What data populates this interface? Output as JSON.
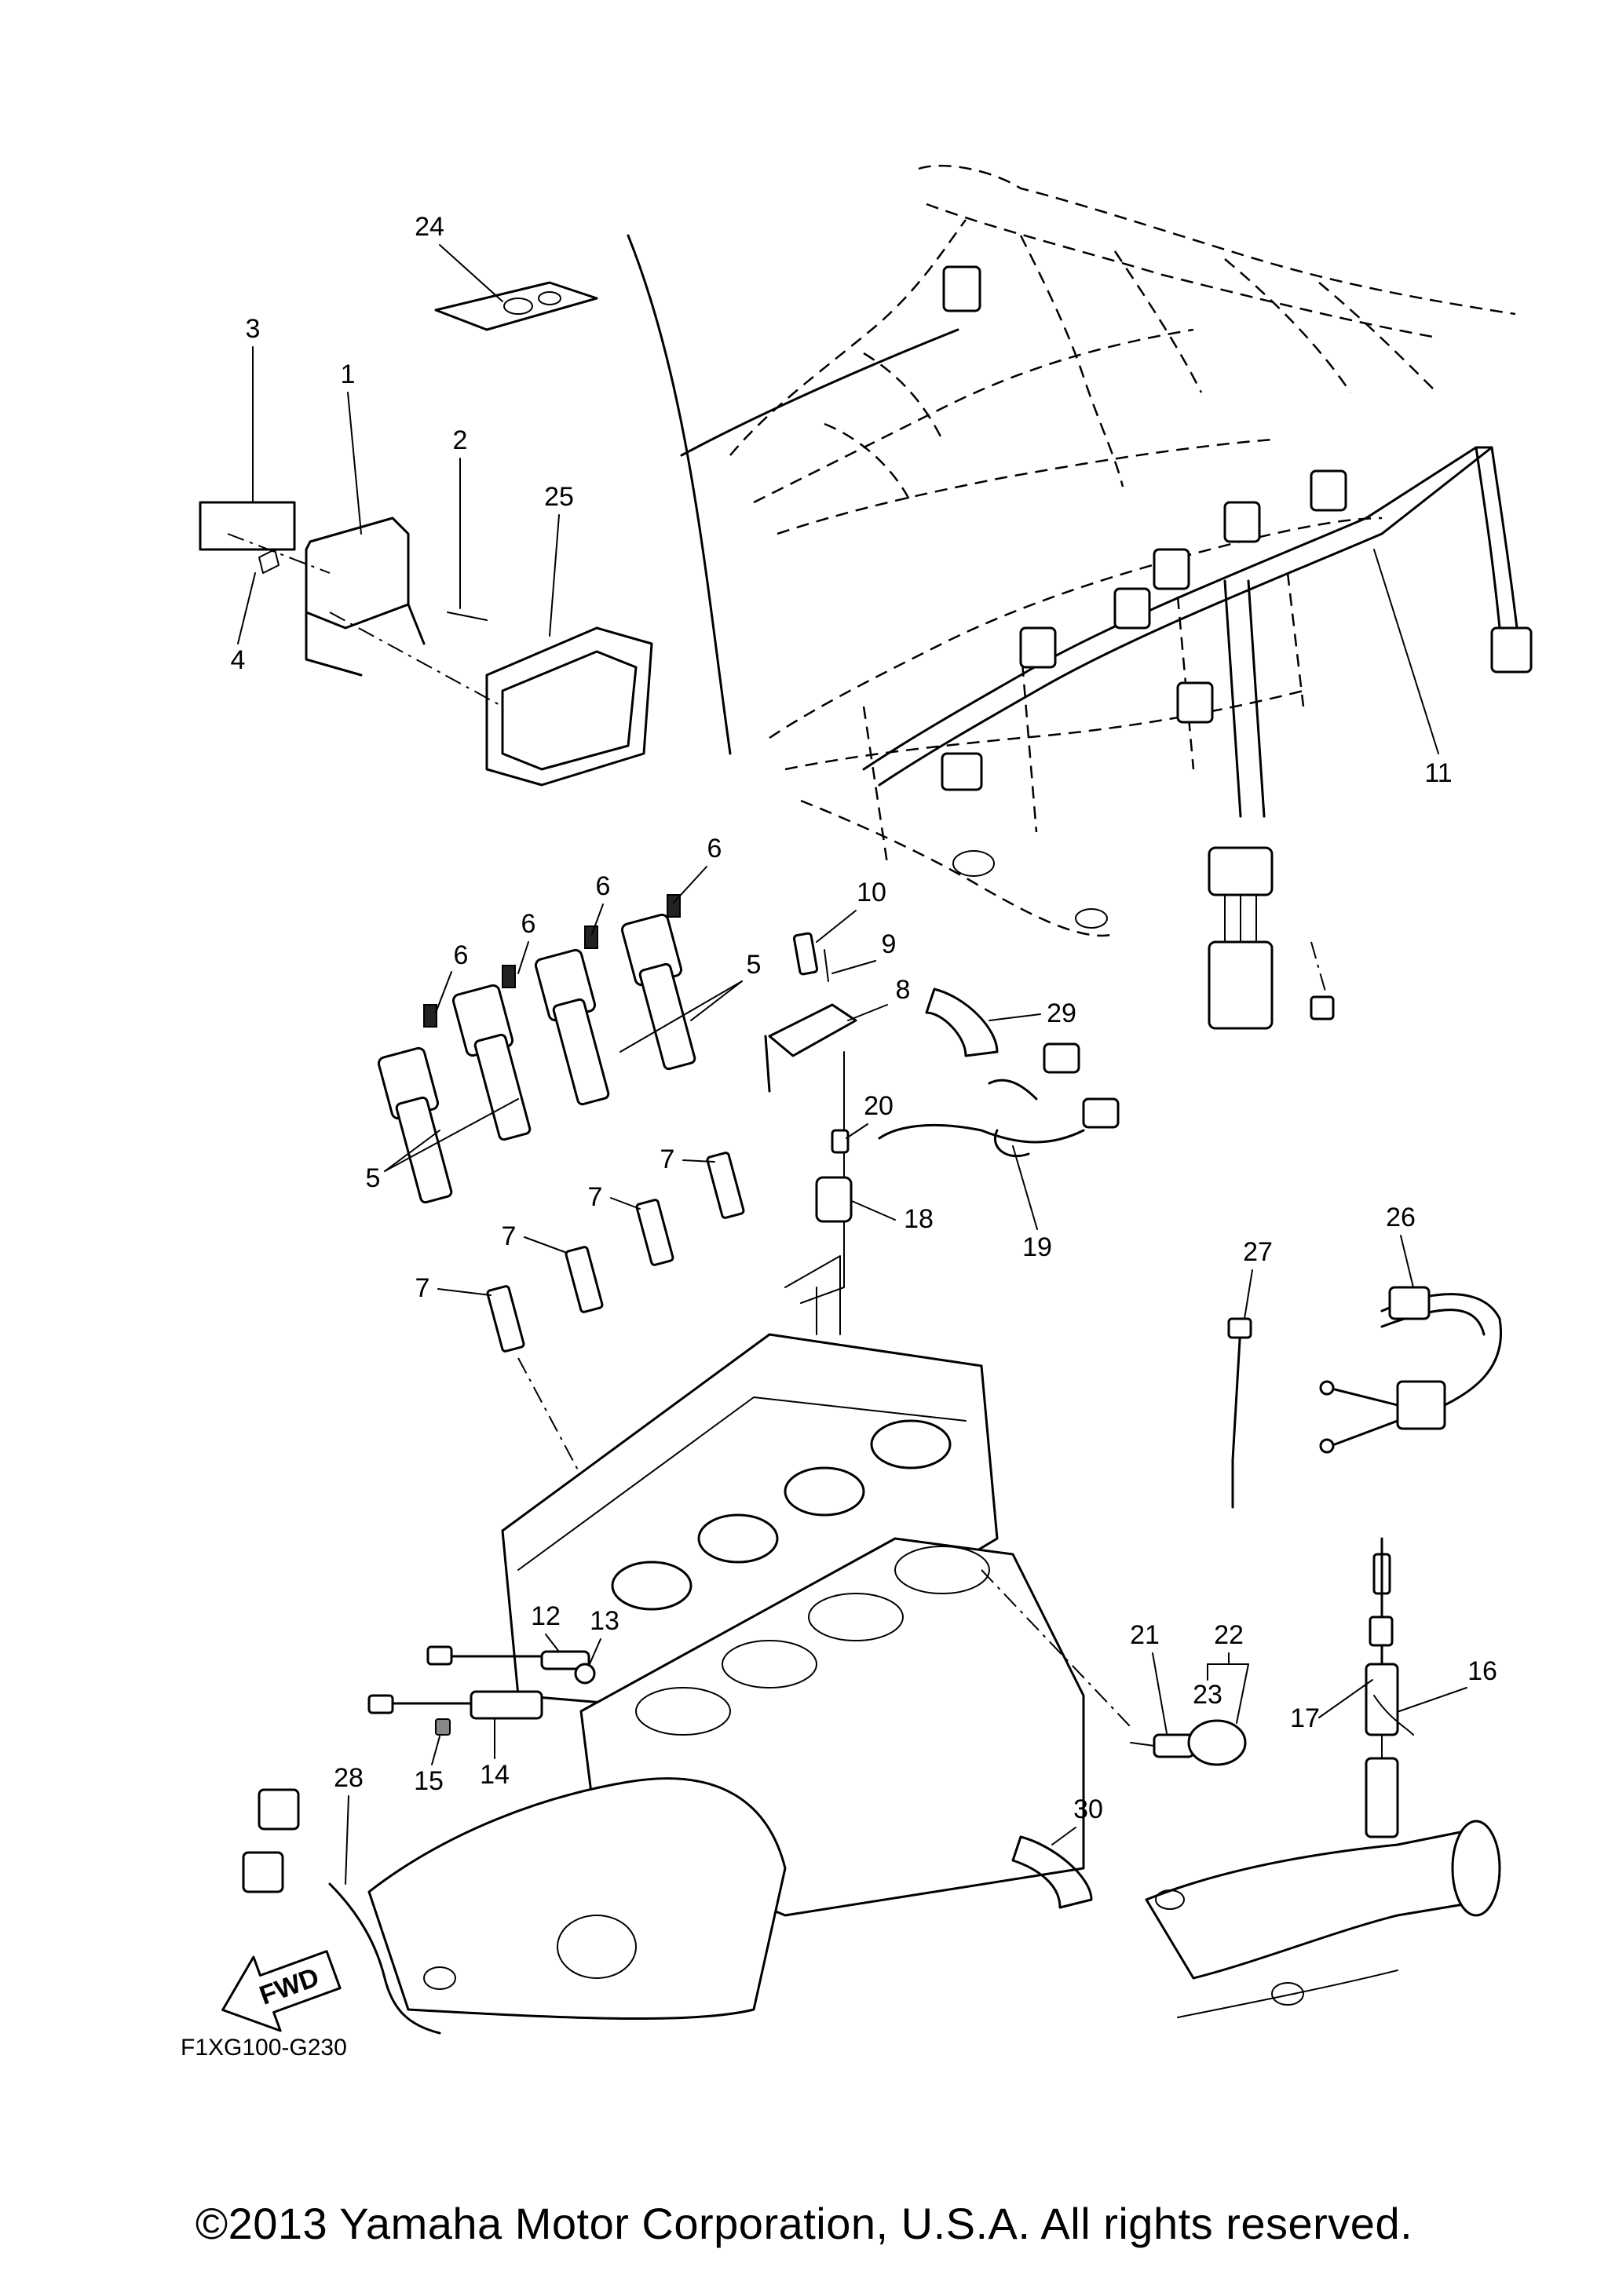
{
  "diagram": {
    "code": "F1XG100-G230",
    "fwd_label": "FWD",
    "callouts": {
      "c24": "24",
      "c3": "3",
      "c1": "1",
      "c2": "2",
      "c25": "25",
      "c4": "4",
      "c11": "11",
      "c6a": "6",
      "c6b": "6",
      "c6c": "6",
      "c6d": "6",
      "c5a": "5",
      "c5b": "5",
      "c10": "10",
      "c9": "9",
      "c8": "8",
      "c29": "29",
      "c20": "20",
      "c18": "18",
      "c19": "19",
      "c7a": "7",
      "c7b": "7",
      "c7c": "7",
      "c7d": "7",
      "c27": "27",
      "c26": "26",
      "c12": "12",
      "c13": "13",
      "c14": "14",
      "c15": "15",
      "c21": "21",
      "c22": "22",
      "c23": "23",
      "c17": "17",
      "c16": "16",
      "c28": "28",
      "c30": "30"
    }
  },
  "footer": {
    "copyright": "©2013 Yamaha Motor Corporation, U.S.A. All rights reserved."
  }
}
